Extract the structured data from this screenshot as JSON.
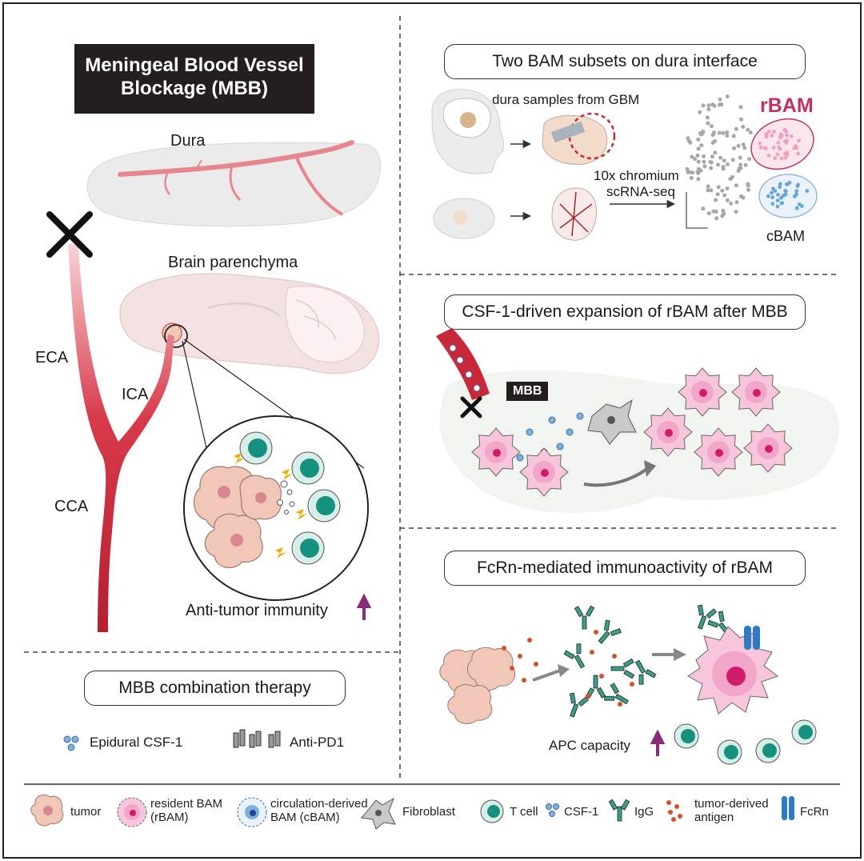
{
  "title": {
    "line1": "Meningeal Blood Vessel",
    "line2": "Blockage (MBB)"
  },
  "left_panel": {
    "dura": "Dura",
    "brain": "Brain parenchyma",
    "eca": "ECA",
    "ica": "ICA",
    "cca": "CCA",
    "immunity": "Anti-tumor immunity"
  },
  "combo": {
    "heading": "MBB combination therapy",
    "csf": "Epidural CSF-1",
    "pd1": "Anti-PD1"
  },
  "panel1": {
    "heading": "Two BAM subsets on dura interface",
    "samples": "dura samples from GBM",
    "method_line1": "10x chromium",
    "method_line2": "scRNA-seq",
    "rbam": "rBAM",
    "cbam": "cBAM"
  },
  "panel2": {
    "heading": "CSF-1-driven expansion of rBAM after MBB",
    "mbb": "MBB"
  },
  "panel3": {
    "heading": "FcRn-mediated immunoactivity of rBAM",
    "apc": "APC capacity"
  },
  "legend": {
    "tumor": "tumor",
    "rbam_line1": "resident BAM",
    "rbam_line2": "(rBAM)",
    "cbam_line1": "circulation-derived",
    "cbam_line2": "BAM (cBAM)",
    "fibroblast": "Fibroblast",
    "tcell": "T cell",
    "csf": "CSF-1",
    "igg": "IgG",
    "antigen_line1": "tumor-derived",
    "antigen_line2": "antigen",
    "fcrn": "FcRn"
  },
  "colors": {
    "vessel": "#c8283a",
    "rbam": "#f2b5cf",
    "cbam": "#7fb0dc",
    "tcell": "#16907f",
    "tumor": "#f1c8b8",
    "arrow_up": "#8a2a7a",
    "rbam_label": "#c0306a"
  }
}
